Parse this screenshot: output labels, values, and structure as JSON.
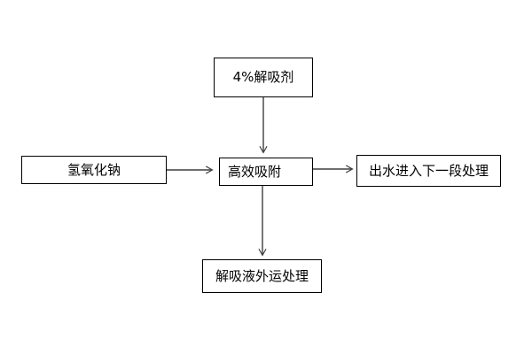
{
  "diagram": {
    "type": "flowchart",
    "background_color": "#ffffff",
    "box_border_color": "#000000",
    "arrow_color": "#3f3f3f",
    "nodes": {
      "desorbent": {
        "label": "4%解吸剂"
      },
      "naoh": {
        "label": "氢氧化钠"
      },
      "adsorption": {
        "label": "高效吸附"
      },
      "effluent": {
        "label": "出水进入下一段处理"
      },
      "desorption_out": {
        "label": "解吸液外运处理"
      }
    },
    "edges": [
      {
        "from": "desorbent",
        "to": "adsorption",
        "direction": "down"
      },
      {
        "from": "naoh",
        "to": "adsorption",
        "direction": "right"
      },
      {
        "from": "adsorption",
        "to": "effluent",
        "direction": "right"
      },
      {
        "from": "adsorption",
        "to": "desorption_out",
        "direction": "down"
      }
    ]
  }
}
